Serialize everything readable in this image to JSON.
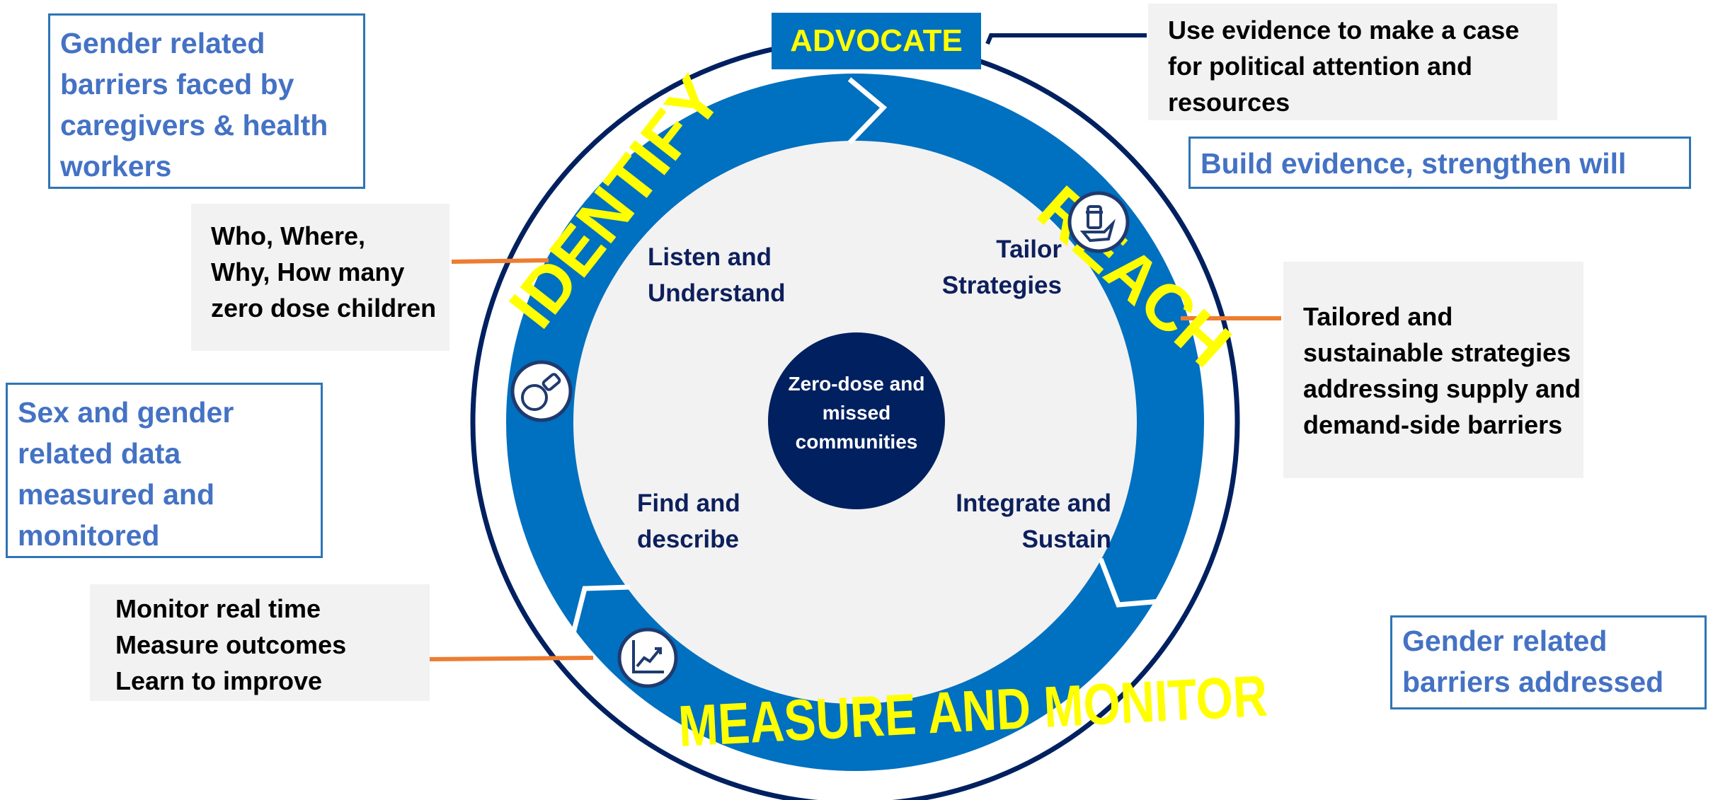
{
  "center": {
    "lines": [
      "Zero-dose and",
      "missed",
      "communities"
    ]
  },
  "ring_labels": {
    "identify": "IDENTIFY",
    "reach": "REACH",
    "measure": "MEASURE AND MONITOR",
    "advocate": "ADVOCATE"
  },
  "inner_labels": {
    "listen": [
      "Listen and",
      "Understand"
    ],
    "tailor": [
      "Tailor",
      "Strategies"
    ],
    "find": [
      "Find and",
      "describe"
    ],
    "integrate": [
      "Integrate and",
      "Sustain"
    ]
  },
  "callouts": {
    "advocate": [
      "Use evidence to make a case",
      "for political attention and",
      "resources"
    ],
    "identify": [
      "Who, Where,",
      "Why, How many",
      "zero dose children"
    ],
    "reach": [
      "Tailored and",
      "sustainable strategies",
      "addressing supply and",
      "demand-side barriers"
    ],
    "measure": [
      "Monitor real time",
      "Measure outcomes",
      "Learn to improve"
    ]
  },
  "outcomes": {
    "top_left": [
      "Gender related",
      "barriers faced by",
      "caregivers & health",
      "workers"
    ],
    "mid_left": [
      "Sex and gender",
      "related data",
      "measured and",
      "monitored"
    ],
    "top_right": [
      "Build evidence, strengthen will"
    ],
    "bottom_right": [
      "Gender related",
      "barriers addressed"
    ]
  },
  "icons": [
    "magnifier-icon",
    "hand-vial-icon",
    "chart-icon"
  ],
  "colors": {
    "ring": "#0070c0",
    "center": "#002060",
    "label": "#ffff00",
    "connector": "#ed7d31",
    "outcome_text": "#4472c4"
  }
}
